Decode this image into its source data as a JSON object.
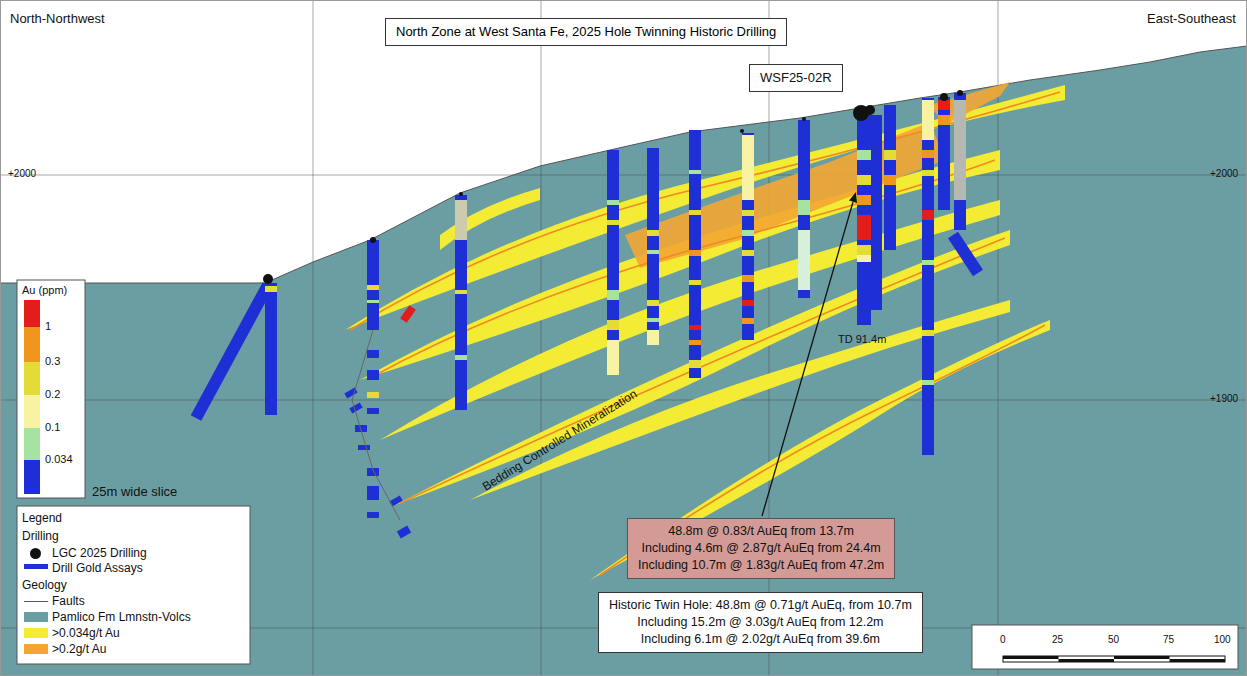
{
  "diagram": {
    "title": "North Zone at West Santa Fe, 2025 Hole Twinning Historic Drilling",
    "nodes": [
      {
        "text": [
          "WSF25-02R"
        ]
      },
      {
        "text": [
          "48.8m @ 0.83/t AuEq from 13.7m",
          "Including 4.6m @ 2.87g/t AuEq from 24.4m",
          "Including 10.7m @ 1.83g/t AuEq from 47.2m"
        ]
      },
      {
        "text": [
          "Historic Twin Hole: 48.8m @ 0.71g/t AuEq, from 10.7m",
          "Including 15.2m @ 3.03g/t AuEq from 12.2m",
          "Including 6.1m @ 2.02g/t AuEq from 39.6m"
        ]
      }
    ],
    "labels": [
      "North-Northwest",
      "East-Southeast",
      "+2000",
      "+2000",
      "+1900",
      "Au (ppm)",
      "25m wide slice",
      "Legend",
      "Drilling",
      "Geology",
      "Bedding Controlled Mineralization",
      "TD 91.4m",
      "0",
      "25",
      "50",
      "75",
      "100"
    ],
    "legend": [
      {
        "text": "1",
        "color": "#e31c1c"
      },
      {
        "text": "0.3",
        "color": "#f0961e"
      },
      {
        "text": "0.2",
        "color": "#e4dc36"
      },
      {
        "text": "0.1",
        "color": "#f7f3a3"
      },
      {
        "text": "0.034",
        "color": "#a6e3a0"
      },
      {
        "text": "LGC 2025 Drilling"
      },
      {
        "text": "Drill Gold Assays"
      },
      {
        "text": "Faults"
      },
      {
        "text": "Pamlico Fm Lmnstn-Volcs",
        "color": "#6b9ea3"
      },
      {
        "text": ">0.034g/t Au",
        "color": "#f4ec34"
      },
      {
        "text": ">0.2g/t Au",
        "color": "#f3a632"
      }
    ]
  }
}
